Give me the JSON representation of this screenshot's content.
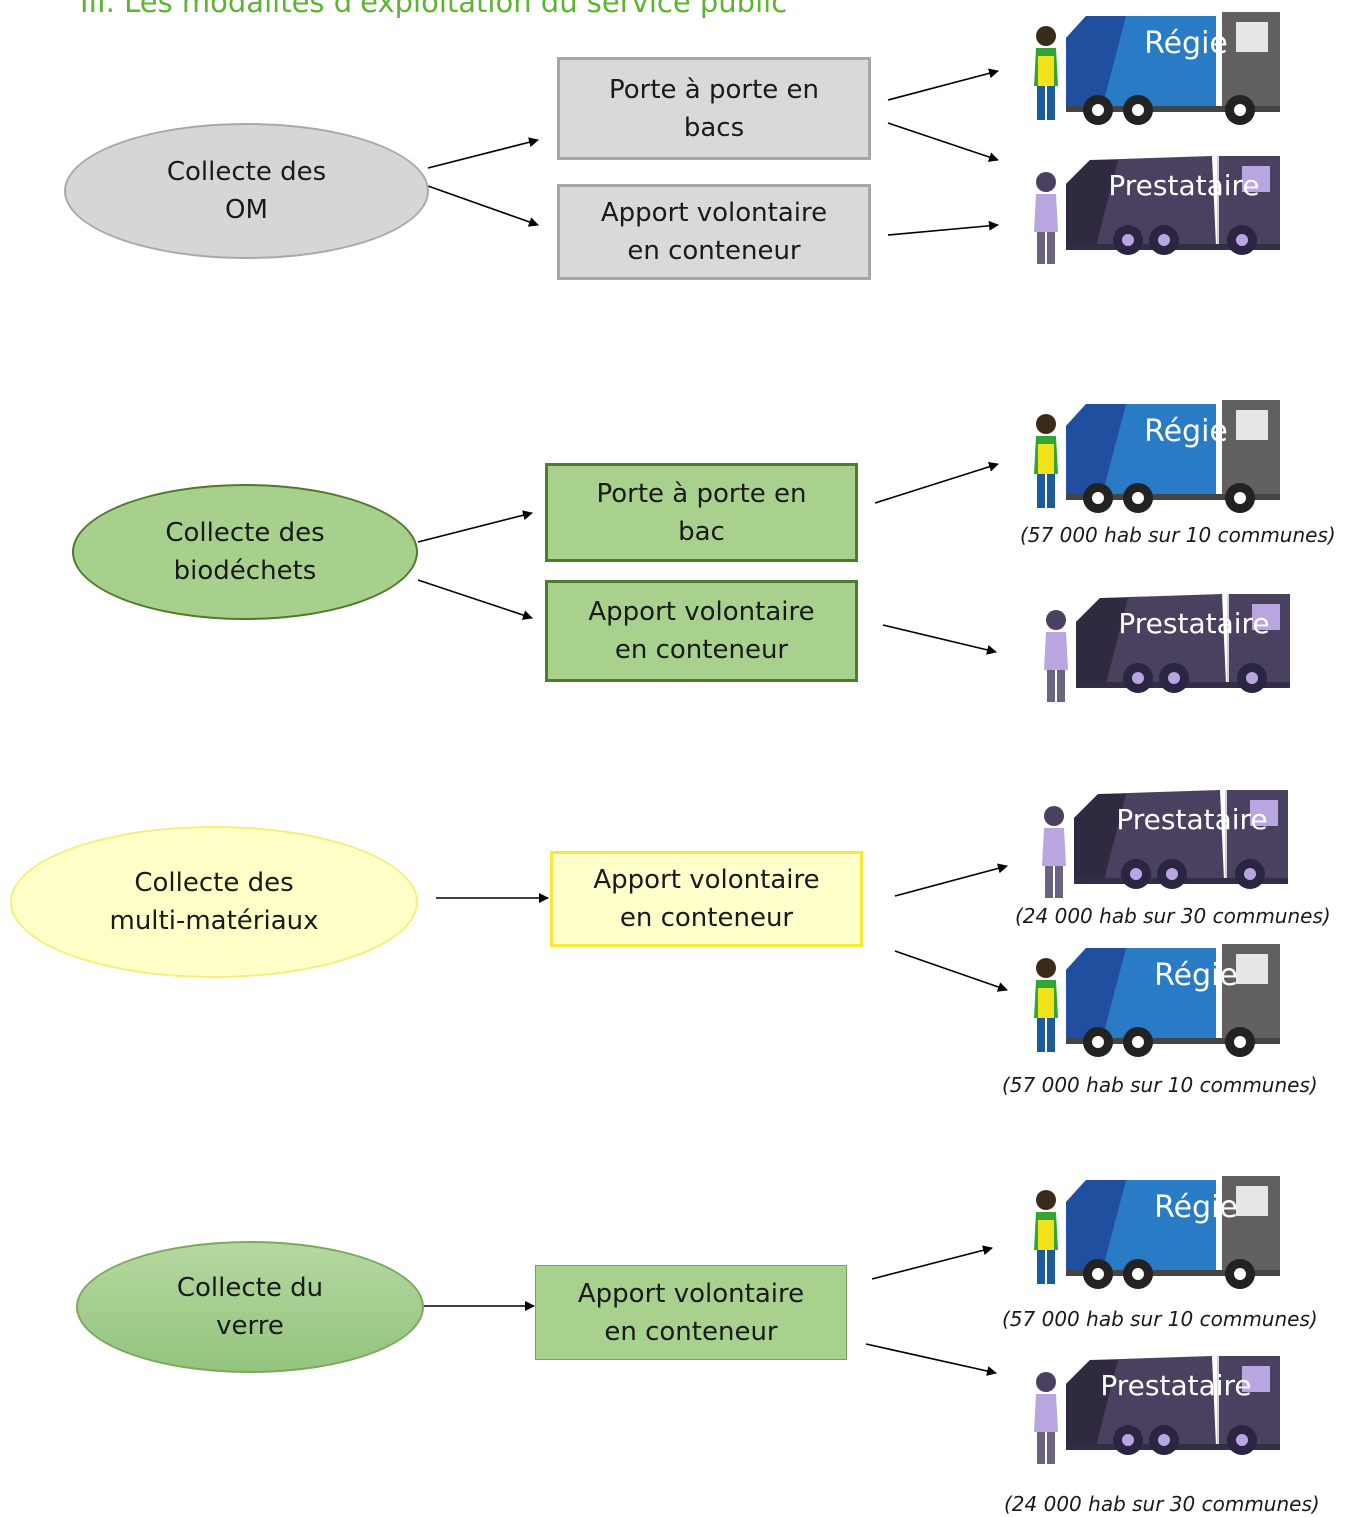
{
  "title": "III. Les modalités d'exploitation du service public",
  "colors": {
    "title": "#5db332",
    "regie_body": "#2a7bc6",
    "regie_cab": "#606060",
    "prestataire_body": "#4a4161",
    "prestataire_accent": "#b9a6e0"
  },
  "sections": [
    {
      "source": {
        "line1": "Collecte des",
        "line2": "OM"
      },
      "modes": [
        {
          "line1": "Porte à porte en",
          "line2": "bacs"
        },
        {
          "line1": "Apport volontaire",
          "line2": "en conteneur"
        }
      ],
      "operators": [
        {
          "label": "Régie",
          "icon": "regie-truck-icon",
          "note": ""
        },
        {
          "label": "Prestataire",
          "icon": "prestataire-truck-icon",
          "note": ""
        }
      ]
    },
    {
      "source": {
        "line1": "Collecte des",
        "line2": "biodéchets"
      },
      "modes": [
        {
          "line1": "Porte à porte en",
          "line2": "bac"
        },
        {
          "line1": "Apport volontaire",
          "line2": "en conteneur"
        }
      ],
      "operators": [
        {
          "label": "Régie",
          "icon": "regie-truck-icon",
          "note": "(57 000 hab sur 10  communes)"
        },
        {
          "label": "Prestataire",
          "icon": "prestataire-truck-icon",
          "note": ""
        }
      ]
    },
    {
      "source": {
        "line1": "Collecte des",
        "line2": "multi-matériaux"
      },
      "modes": [
        {
          "line1": "Apport volontaire",
          "line2": "en conteneur"
        }
      ],
      "operators": [
        {
          "label": "Prestataire",
          "icon": "prestataire-truck-icon",
          "note": "(24 000 hab sur 30 communes)"
        },
        {
          "label": "Régie",
          "icon": "regie-truck-icon",
          "note": "(57 000 hab sur 10  communes)"
        }
      ]
    },
    {
      "source": {
        "line1": "Collecte du",
        "line2": "verre"
      },
      "modes": [
        {
          "line1": "Apport volontaire",
          "line2": "en conteneur"
        }
      ],
      "operators": [
        {
          "label": "Régie",
          "icon": "regie-truck-icon",
          "note": "(57 000 hab sur 10  communes)"
        },
        {
          "label": "Prestataire",
          "icon": "prestataire-truck-icon",
          "note": "(24 000 hab sur 30 communes)"
        }
      ]
    }
  ]
}
